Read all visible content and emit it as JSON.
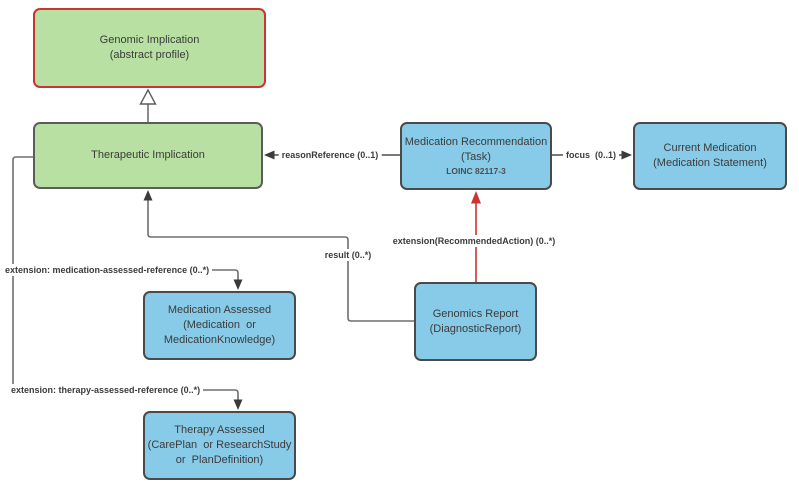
{
  "colors": {
    "green_fill": "#b7e0a2",
    "abstract_border_red": "#cc3333",
    "blue_fill": "#87cbe8",
    "node_border_gray": "#4a4a4a",
    "connector_gray": "#6e6e6e",
    "connector_red": "#cc3333",
    "arrowhead_dark": "#3b3b3b",
    "text": "#3b3b3b",
    "background": "#ffffff"
  },
  "nodes": {
    "genomic_implication": {
      "title": "Genomic Implication\n(abstract profile)"
    },
    "therapeutic_implication": {
      "title": "Therapeutic Implication"
    },
    "medication_recommendation": {
      "title": "Medication Recommendation\n(Task)",
      "subtitle": "LOINC 82117-3"
    },
    "current_medication": {
      "title": "Current Medication\n(Medication Statement)"
    },
    "medication_assessed": {
      "title": "Medication Assessed\n(Medication  or\nMedicationKnowledge)"
    },
    "genomics_report": {
      "title": "Genomics Report\n(DiagnosticReport)"
    },
    "therapy_assessed": {
      "title": "Therapy Assessed\n(CarePlan  or ResearchStudy\nor  PlanDefinition)"
    }
  },
  "edges": {
    "reason_reference": {
      "label": "reasonReference (0..1)"
    },
    "focus": {
      "label": "focus  (0..1)"
    },
    "recommended_action": {
      "label": "extension(RecommendedAction) (0..*)"
    },
    "result": {
      "label": "result (0..*)"
    },
    "medication_assessed_reference": {
      "label": "extension: medication-assessed-reference (0..*)"
    },
    "therapy_assessed_reference": {
      "label": "extension: therapy-assessed-reference (0..*)"
    }
  }
}
